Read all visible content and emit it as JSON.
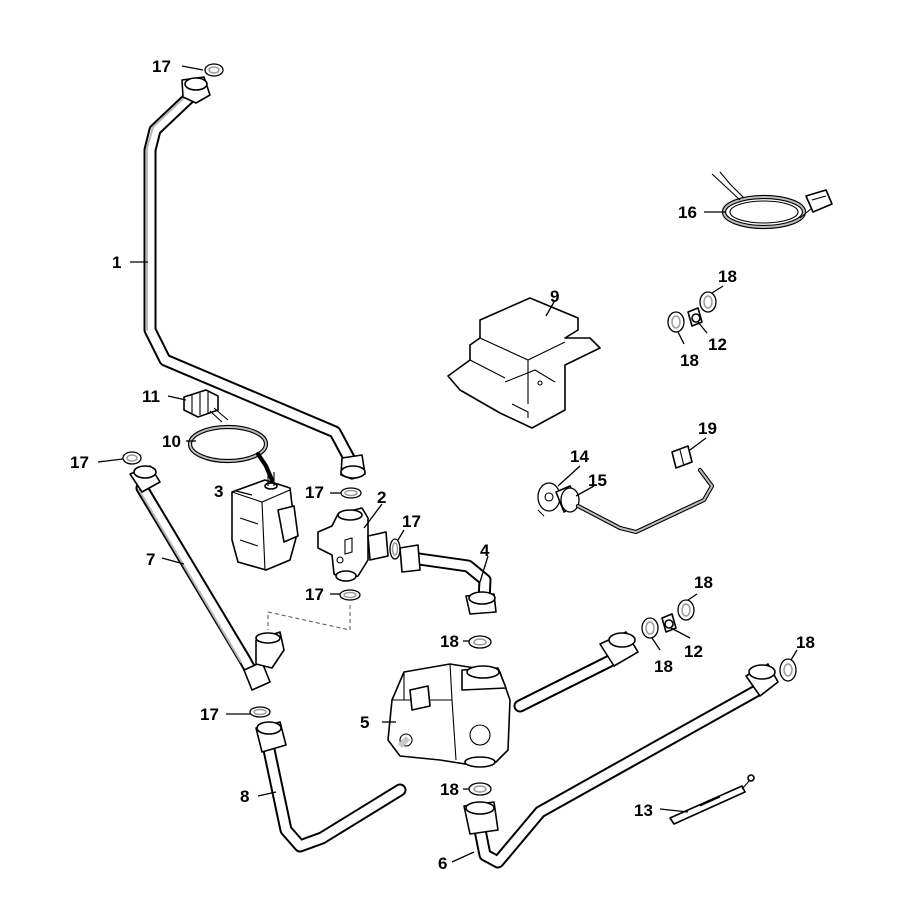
{
  "diagram": {
    "callouts": {
      "c1": "1",
      "c2": "2",
      "c3": "3",
      "c4": "4",
      "c5": "5",
      "c6": "6",
      "c7": "7",
      "c8": "8",
      "c9": "9",
      "c10": "10",
      "c11": "11",
      "c12a": "12",
      "c12b": "12",
      "c13": "13",
      "c14": "14",
      "c15": "15",
      "c16": "16",
      "c17a": "17",
      "c17b": "17",
      "c17c": "17",
      "c17d": "17",
      "c17e": "17",
      "c17f": "17",
      "c18a": "18",
      "c18b": "18",
      "c18c": "18",
      "c18d": "18",
      "c18e": "18",
      "c18f": "18",
      "c18g": "18",
      "c19": "19"
    }
  }
}
